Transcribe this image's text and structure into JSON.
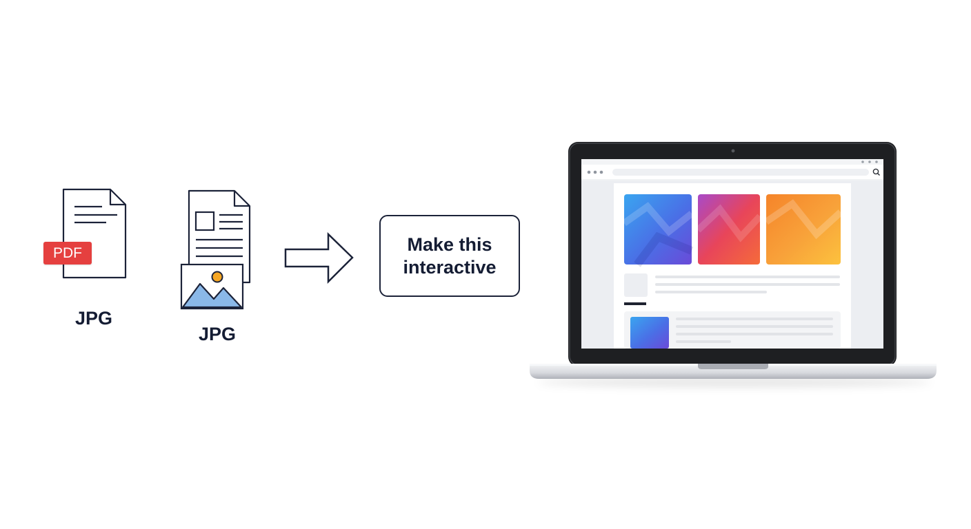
{
  "pdf_doc": {
    "badge": "PDF",
    "label": "JPG"
  },
  "image_doc": {
    "label": "JPG"
  },
  "prompt": {
    "line1": "Make this",
    "line2": "interactive"
  },
  "icons": [
    "pdf-document-icon",
    "image-document-icon",
    "right-arrow-icon",
    "laptop-icon",
    "search-icon"
  ],
  "colors": {
    "ink": "#141c33",
    "pdf_red": "#e5403f",
    "image_blue": "#8ab8e8",
    "sun_orange": "#f5a623"
  }
}
